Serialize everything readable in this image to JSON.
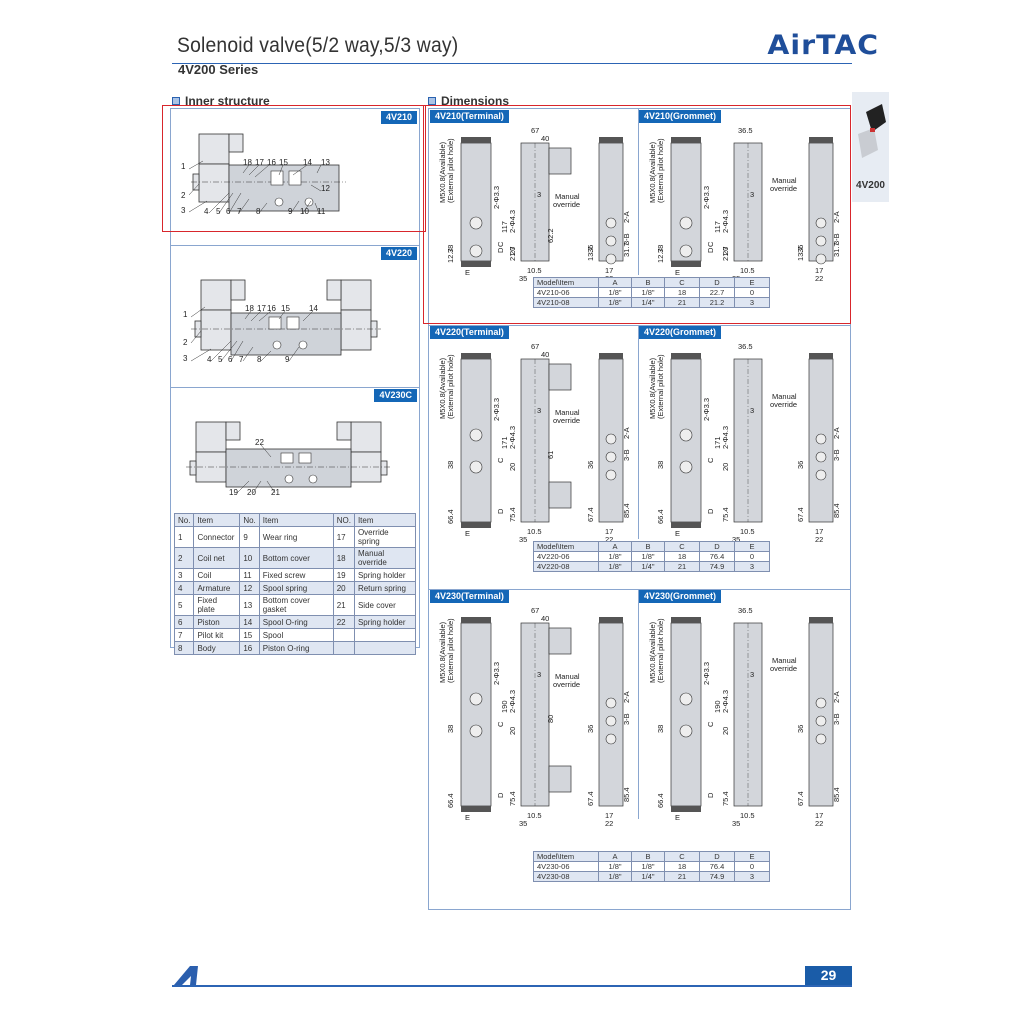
{
  "header": {
    "title": "Solenoid valve(5/2 way,5/3 way)",
    "subtitle": "4V200 Series",
    "brand": "AirTAC"
  },
  "side_tab": {
    "label": "4V200"
  },
  "inner_structure": {
    "heading": "Inner structure",
    "panels": [
      {
        "tag": "4V210",
        "callouts": [
          "1",
          "2",
          "3",
          "4",
          "5",
          "6",
          "7",
          "8",
          "9",
          "10",
          "11",
          "12",
          "13",
          "14",
          "15",
          "16",
          "17",
          "18"
        ]
      },
      {
        "tag": "4V220",
        "callouts": [
          "1",
          "2",
          "3",
          "4",
          "5",
          "6",
          "7",
          "8",
          "9",
          "14",
          "15",
          "16",
          "17",
          "18"
        ]
      },
      {
        "tag": "4V230C",
        "callouts": [
          "19",
          "20",
          "21",
          "22"
        ]
      }
    ],
    "parts_table": {
      "headers": [
        "No.",
        "Item",
        "No.",
        "Item",
        "NO.",
        "Item"
      ],
      "rows": [
        [
          "1",
          "Connector",
          "9",
          "Wear ring",
          "17",
          "Override spring"
        ],
        [
          "2",
          "Coil net",
          "10",
          "Bottom cover",
          "18",
          "Manual override"
        ],
        [
          "3",
          "Coil",
          "11",
          "Fixed screw",
          "19",
          "Spring holder"
        ],
        [
          "4",
          "Armature",
          "12",
          "Spool spring",
          "20",
          "Return spring"
        ],
        [
          "5",
          "Fixed plate",
          "13",
          "Bottom cover gasket",
          "21",
          "Side cover"
        ],
        [
          "6",
          "Piston",
          "14",
          "Spool O-ring",
          "22",
          "Spring holder"
        ],
        [
          "7",
          "Pilot kit",
          "15",
          "Spool",
          "",
          ""
        ],
        [
          "8",
          "Body",
          "16",
          "Piston O-ring",
          "",
          ""
        ]
      ]
    }
  },
  "dimensions": {
    "heading": "Dimensions",
    "labels": {
      "m5": "M5X0.8(Available)",
      "ext": "(External pilot hole)",
      "hole33": "2-Φ3.3",
      "hole43": "2-Φ4.3",
      "manual": "Manual",
      "override": "override",
      "port2": "2-A",
      "port3": "3-B",
      "c": "C",
      "d": "D",
      "e": "E"
    },
    "sections": [
      {
        "terminal_tag": "4V210(Terminal)",
        "grommet_tag": "4V210(Grommet)",
        "dims": {
          "w_term": "67",
          "w_term2": "40",
          "w_grom": "36.5",
          "height": "117",
          "mid": "62.2",
          "a": "38",
          "b": "12.7",
          "c": "20",
          "d": "21.7",
          "e": "10.5",
          "f": "35",
          "g": "3",
          "r1": "36",
          "r2": "13.7",
          "r3": "31.7",
          "r4": "17",
          "r5": "22"
        },
        "table": {
          "headers": [
            "Model\\Item",
            "A",
            "B",
            "C",
            "D",
            "E"
          ],
          "rows": [
            [
              "4V210-06",
              "1/8\"",
              "1/8\"",
              "18",
              "22.7",
              "0"
            ],
            [
              "4V210-08",
              "1/8\"",
              "1/4\"",
              "21",
              "21.2",
              "3"
            ]
          ]
        }
      },
      {
        "terminal_tag": "4V220(Terminal)",
        "grommet_tag": "4V220(Grommet)",
        "dims": {
          "w_term": "67",
          "w_term2": "40",
          "w_grom": "36.5",
          "height": "171",
          "mid": "61",
          "a": "38",
          "b": "66.4",
          "c": "20",
          "d": "75.4",
          "e": "10.5",
          "f": "35",
          "g": "3",
          "r1": "36",
          "r2": "67.4",
          "r3": "85.4",
          "r4": "17",
          "r5": "22"
        },
        "table": {
          "headers": [
            "Model\\Item",
            "A",
            "B",
            "C",
            "D",
            "E"
          ],
          "rows": [
            [
              "4V220-06",
              "1/8\"",
              "1/8\"",
              "18",
              "76.4",
              "0"
            ],
            [
              "4V220-08",
              "1/8\"",
              "1/4\"",
              "21",
              "74.9",
              "3"
            ]
          ]
        }
      },
      {
        "terminal_tag": "4V230(Terminal)",
        "grommet_tag": "4V230(Grommet)",
        "dims": {
          "w_term": "67",
          "w_term2": "40",
          "w_grom": "36.5",
          "height": "190",
          "mid": "80",
          "a": "38",
          "b": "66.4",
          "c": "20",
          "d": "75.4",
          "e": "10.5",
          "f": "35",
          "g": "3",
          "r1": "36",
          "r2": "67.4",
          "r3": "85.4",
          "r4": "17",
          "r5": "22"
        },
        "table": {
          "headers": [
            "Model\\Item",
            "A",
            "B",
            "C",
            "D",
            "E"
          ],
          "rows": [
            [
              "4V230-06",
              "1/8\"",
              "1/8\"",
              "18",
              "76.4",
              "0"
            ],
            [
              "4V230-08",
              "1/8\"",
              "1/4\"",
              "21",
              "74.9",
              "3"
            ]
          ]
        }
      }
    ]
  },
  "footer": {
    "page_number": "29",
    "logo_letter": "A"
  },
  "colors": {
    "accent": "#1467b7",
    "highlight": "#d8262c",
    "panel_border": "#8aa6cf",
    "table_alt": "#dfe6f2"
  }
}
